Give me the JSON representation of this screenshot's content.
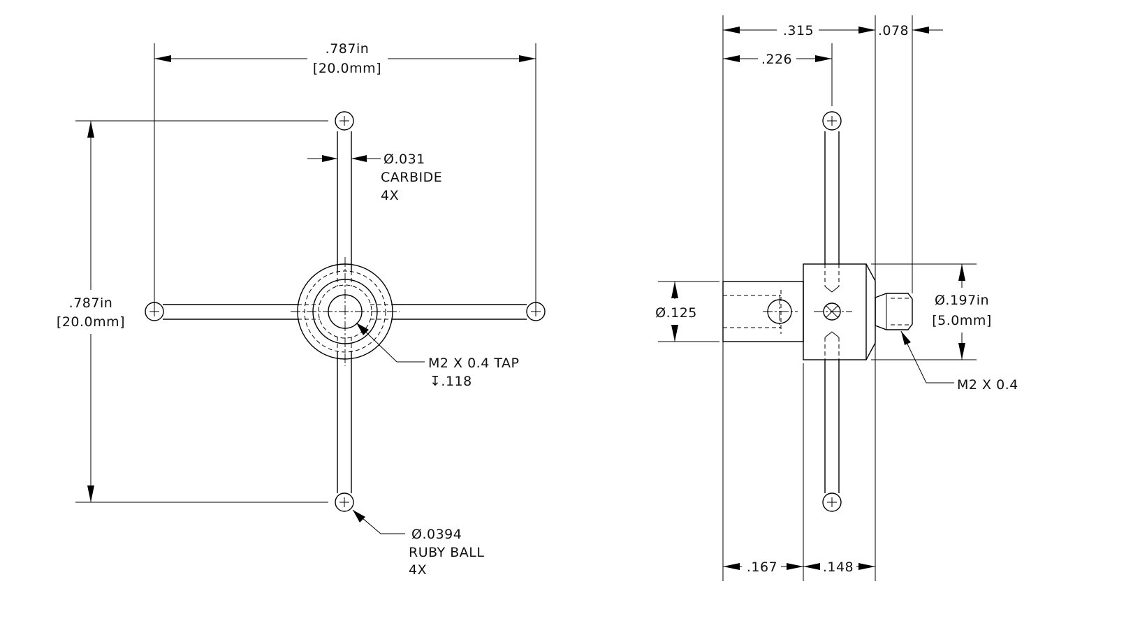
{
  "front_view": {
    "width_in": ".787in",
    "width_mm": "[20.0mm]",
    "height_in": ".787in",
    "height_mm": "[20.0mm]",
    "stylus_dia": "Ø.031",
    "stylus_material": "CARBIDE",
    "stylus_qty": "4X",
    "tap_spec": "M2 X 0.4 TAP",
    "tap_depth": "↧.118",
    "ball_dia": "Ø.0394",
    "ball_material": "RUBY BALL",
    "ball_qty": "4X"
  },
  "side_view": {
    "dim_315": ".315",
    "dim_078": ".078",
    "dim_226": ".226",
    "shank_dia": "Ø.125",
    "thread_dia_in": "Ø.197in",
    "thread_dia_mm": "[5.0mm]",
    "thread_spec": "M2 X 0.4",
    "dim_167": ".167",
    "dim_148": ".148"
  }
}
